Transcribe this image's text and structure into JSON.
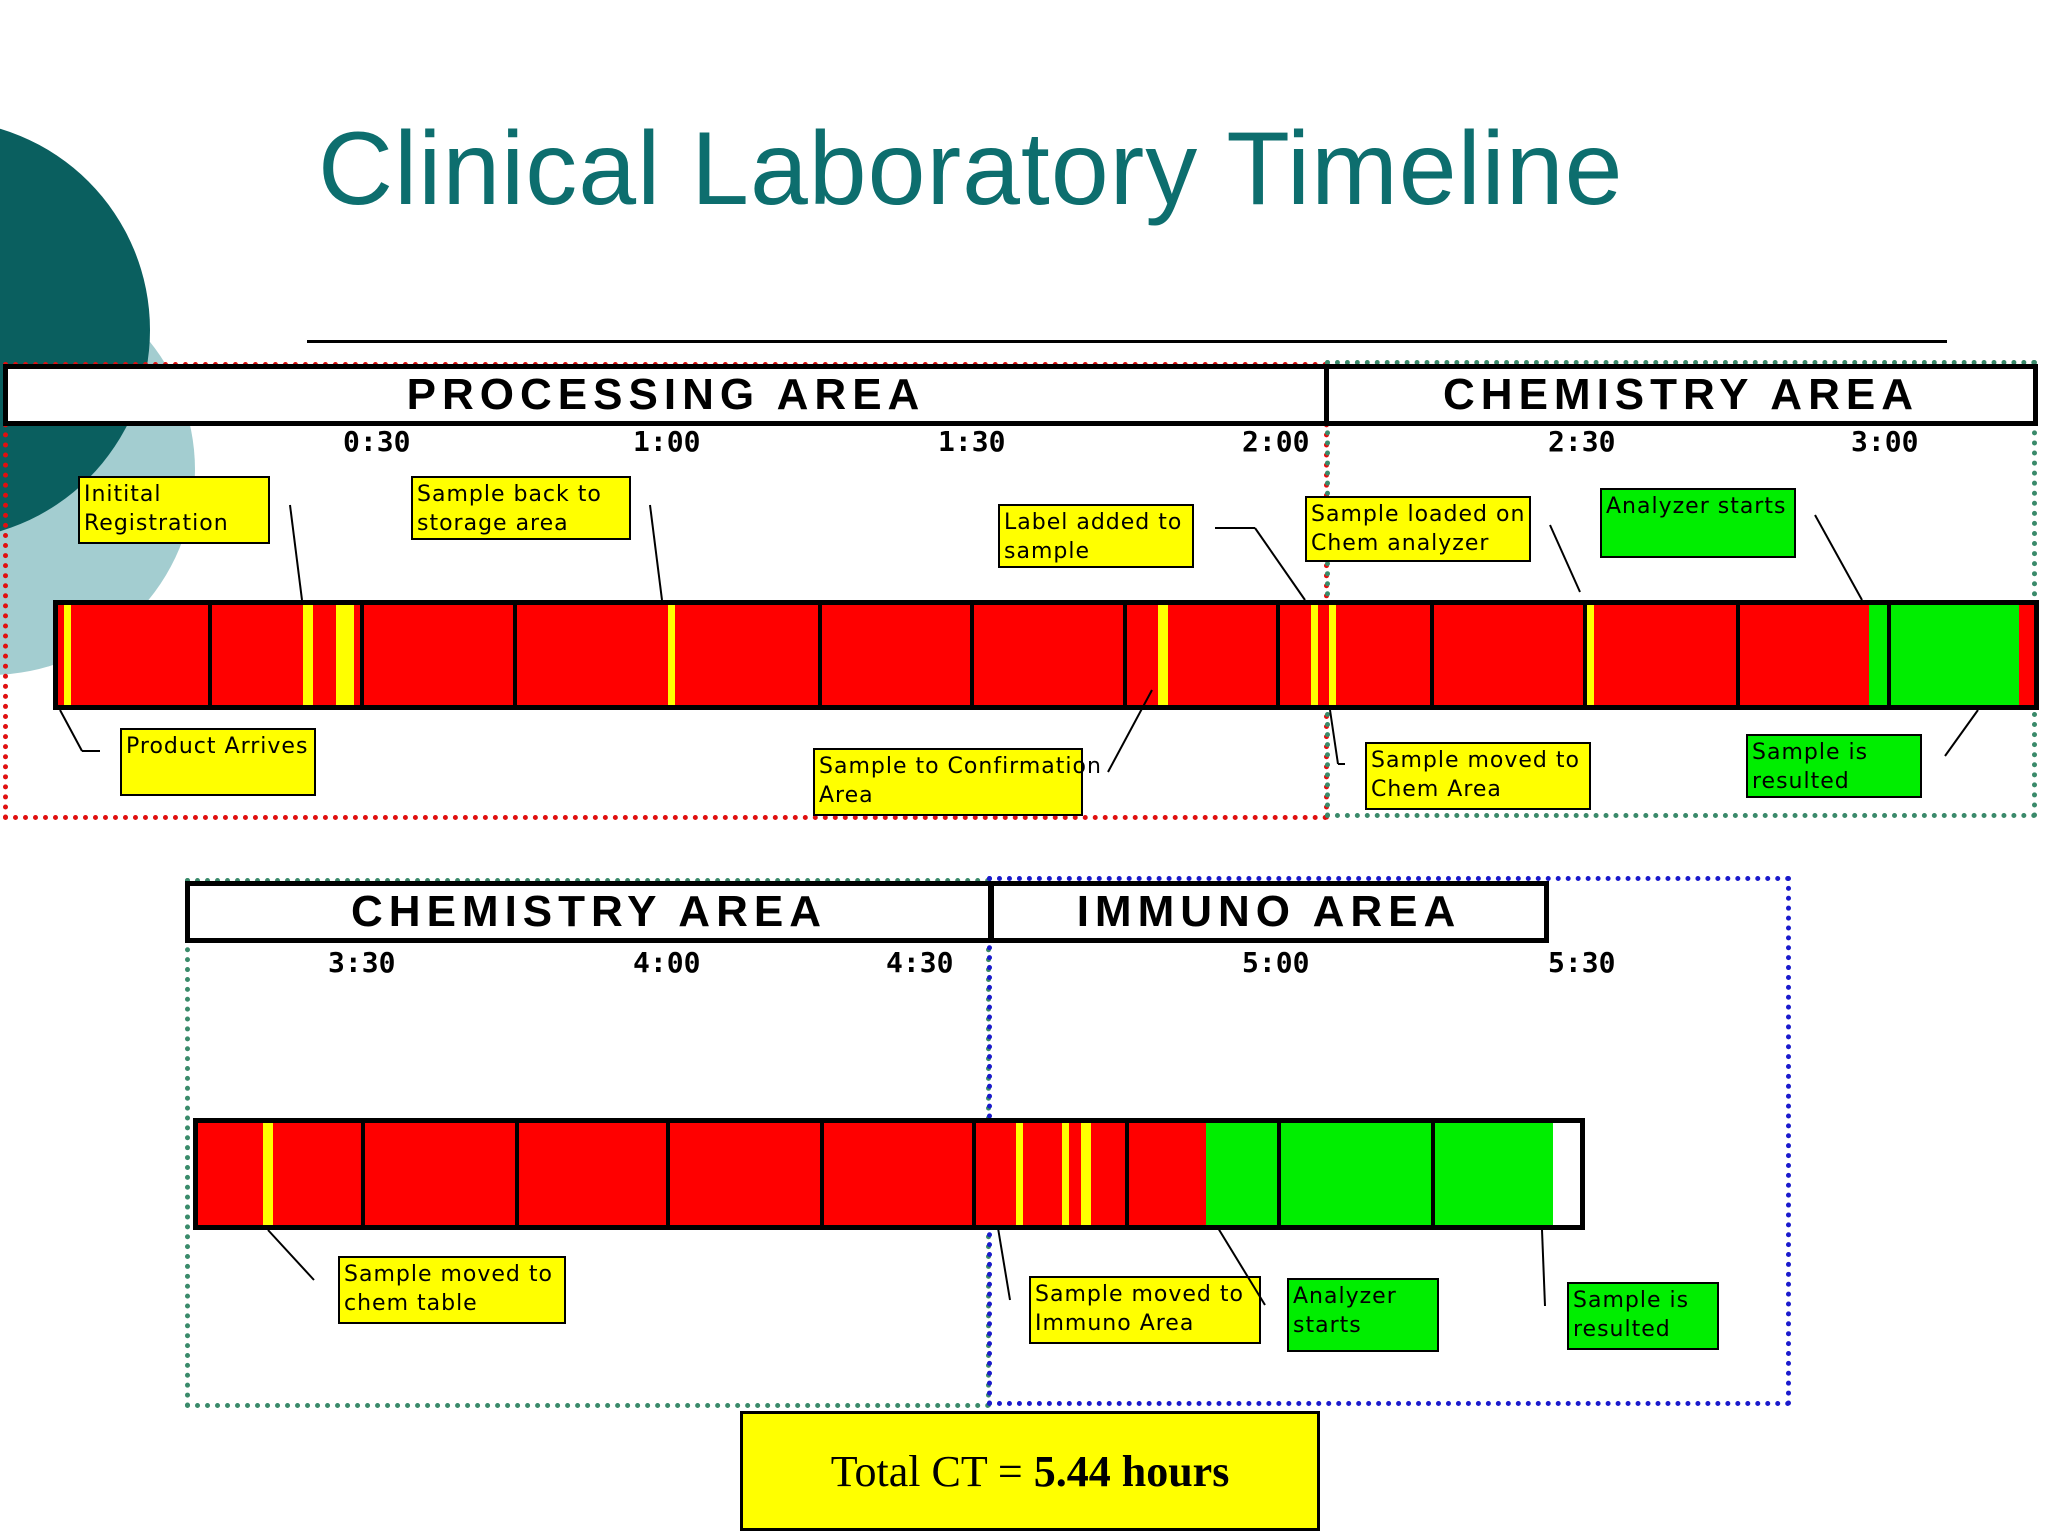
{
  "title": "Clinical Laboratory Timeline",
  "colors": {
    "title": "#0d6e6e",
    "waiting": "#ff0000",
    "event": "#ffff00",
    "analyzer": "#00ee00",
    "processing_border": "#e01010",
    "chemistry_border": "#3a8a6a",
    "immuno_border": "#1a1acc"
  },
  "row1": {
    "areas": [
      "PROCESSING AREA",
      "CHEMISTRY AREA"
    ],
    "ticks": [
      "0:30",
      "1:00",
      "1:30",
      "2:00",
      "2:30",
      "3:00"
    ],
    "callouts": {
      "initial_registration": "Initital\nRegistration",
      "sample_back": "Sample back to\nstorage area",
      "label_added": "Label added to\nsample",
      "sample_loaded": "Sample loaded on\nChem analyzer",
      "analyzer_starts": "Analyzer starts",
      "product_arrives": "Product Arrives",
      "sample_confirmation": "Sample to Confirmation\nArea",
      "sample_moved_chem": "Sample moved to\nChem Area",
      "sample_resulted": "Sample is\nresulted"
    }
  },
  "row2": {
    "areas": [
      "CHEMISTRY AREA",
      "IMMUNO AREA"
    ],
    "ticks": [
      "3:30",
      "4:00",
      "4:30",
      "5:00",
      "5:30"
    ],
    "callouts": {
      "sample_moved_chem_table": "Sample moved to\nchem table",
      "sample_moved_immuno": "Sample moved to\nImmuno Area",
      "analyzer_starts": "Analyzer\nstarts",
      "sample_resulted": "Sample is\nresulted"
    }
  },
  "total": {
    "label": "Total CT = ",
    "value": "5.44 hours"
  }
}
